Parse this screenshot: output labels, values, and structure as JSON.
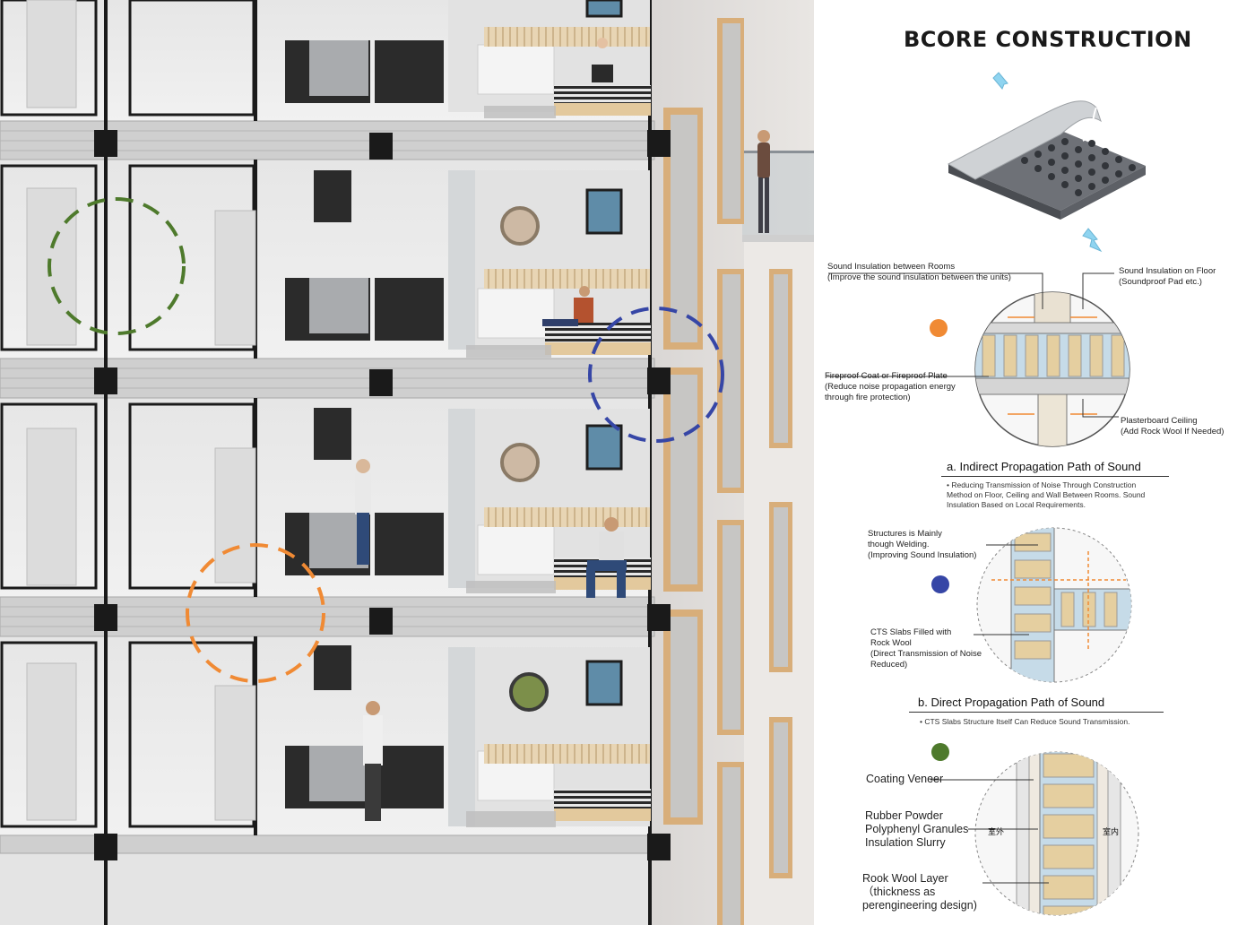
{
  "title": "BCORE CONSTRUCTION",
  "colors": {
    "green": "#4e7a2c",
    "blue": "#3646a6",
    "orange": "#f08a34",
    "arrow": "#8fd4f0",
    "wood": "#d8ae7a"
  },
  "callouts_top": [
    {
      "id": "rooms",
      "text": "Sound Insulation between Rooms\n(Improve the sound insulation between the units)"
    },
    {
      "id": "floor",
      "text": "Sound Insulation on Floor\n(Soundproof Pad etc.)"
    },
    {
      "id": "fireproof",
      "text": "Fireproof  Coat or Fireproof Plate\n(Reduce noise propagation energy\nthrough fire protection)"
    },
    {
      "id": "ceiling",
      "text": "Plasterboard Ceiling\n(Add Rock Wool If Needed)"
    }
  ],
  "section_a": {
    "heading": "a.  Indirect Propagation Path of Sound",
    "note": "• Reducing Transmission of Noise Through Construction\nMethod on Floor, Ceiling and Wall Between Rooms. Sound\nInsulation Based on Local Requirements."
  },
  "callouts_mid": [
    {
      "id": "welding",
      "text": "Structures is Mainly\nthough Welding.\n(Improving Sound Insulation)"
    },
    {
      "id": "cts",
      "text": "CTS Slabs Filled with\nRock Wool\n(Direct Transmission of Noise\nReduced)"
    }
  ],
  "section_b": {
    "heading": "b. Direct  Propagation Path of Sound",
    "note": "• CTS Slabs Structure Itself Can Reduce Sound Transmission."
  },
  "callouts_bottom": [
    {
      "id": "veneer",
      "text": "Coating Veneer"
    },
    {
      "id": "rubber",
      "text": "Rubber Powder\nPolyphenyl Granules\nInsulation Slurry"
    },
    {
      "id": "rookwool",
      "text": "Rook Wool Layer\n（thickness as\nperengineering design)"
    }
  ],
  "wall_labels": {
    "outside": "室外",
    "inside": "室内"
  }
}
